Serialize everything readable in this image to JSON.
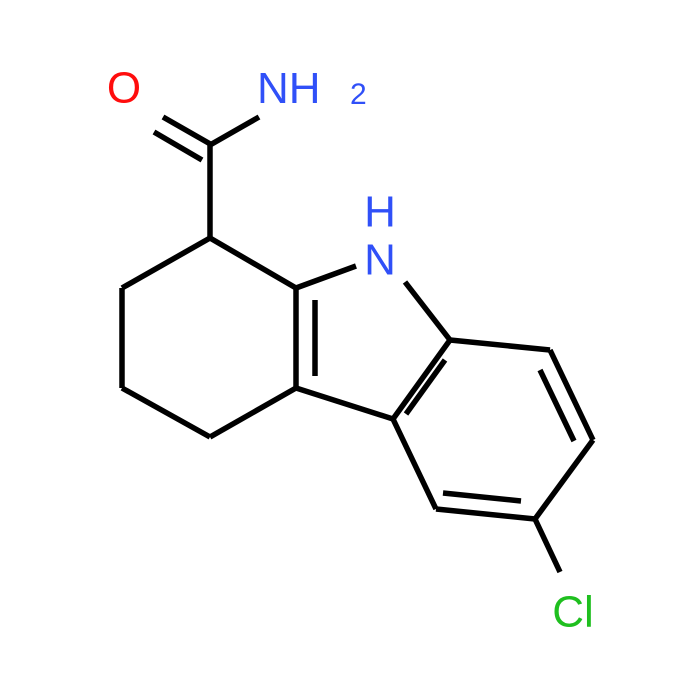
{
  "molecule": {
    "atoms": {
      "oxygen": {
        "symbol": "O",
        "color": "#ff0d0d"
      },
      "amide_nitrogen": {
        "symbol": "NH",
        "subscript": "2",
        "color": "#3050f8"
      },
      "ring_nitrogen": {
        "symbol": "H",
        "symbol_below": "N",
        "color": "#3050f8"
      },
      "chlorine": {
        "symbol": "Cl",
        "color": "#1fbf1f"
      }
    },
    "bond_color": "#000000"
  }
}
